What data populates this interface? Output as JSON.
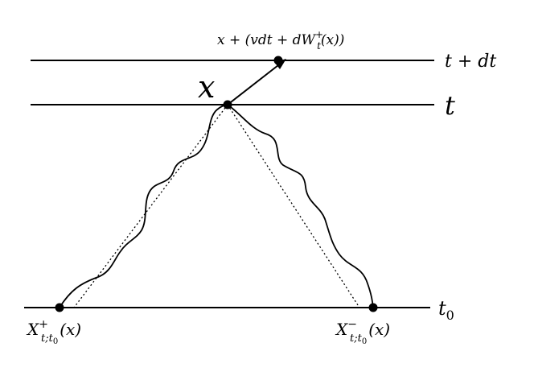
{
  "levels": {
    "t_plus_dt": "t + dt",
    "t": "t",
    "t0": {
      "base": "t",
      "sub": "0"
    }
  },
  "point_x": "x",
  "displacement_label": {
    "pre": "x + (vdt + dW",
    "sub": "t",
    "sup": "+",
    "post": "(x))"
  },
  "left_endpoint": {
    "base": "X",
    "sup": "+",
    "sub_a": "t;t",
    "sub_b": "0",
    "arg": "(x)"
  },
  "right_endpoint": {
    "base": "X",
    "sup": "−",
    "sub_a": "t;t",
    "sub_b": "0",
    "arg": "(x)"
  },
  "colors": {
    "ink": "#000000",
    "background": "#ffffff"
  }
}
